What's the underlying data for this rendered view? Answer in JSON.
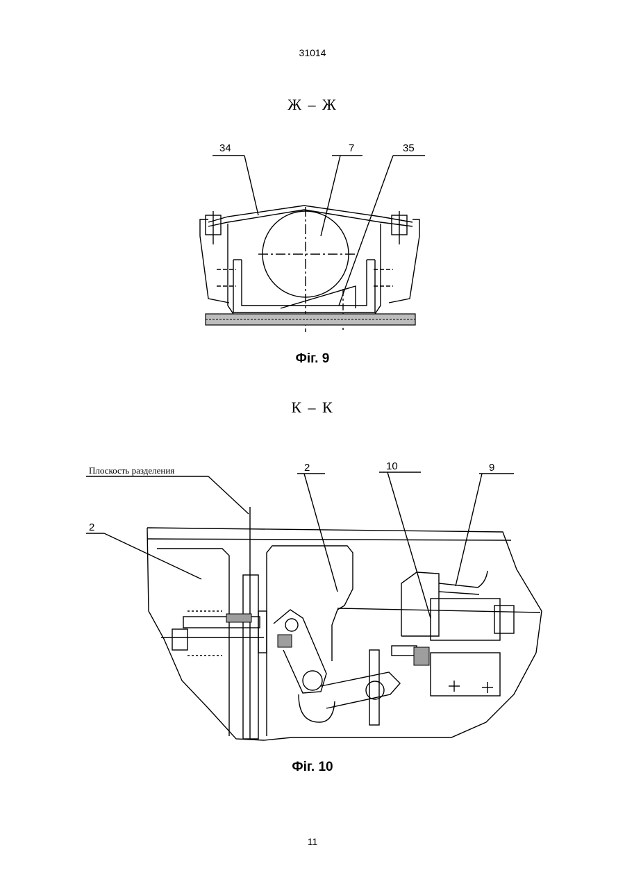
{
  "header": {
    "doc_number": "31014"
  },
  "fig9": {
    "section_label": "Ж – Ж",
    "caption": "Фіг. 9",
    "callouts": [
      "34",
      "7",
      "35"
    ]
  },
  "fig10": {
    "section_label": "К – К",
    "caption": "Фіг. 10",
    "plane_label": "Плоскость разделения",
    "callouts": [
      "2",
      "2",
      "10",
      "9"
    ]
  },
  "footer": {
    "page_number": "11"
  }
}
